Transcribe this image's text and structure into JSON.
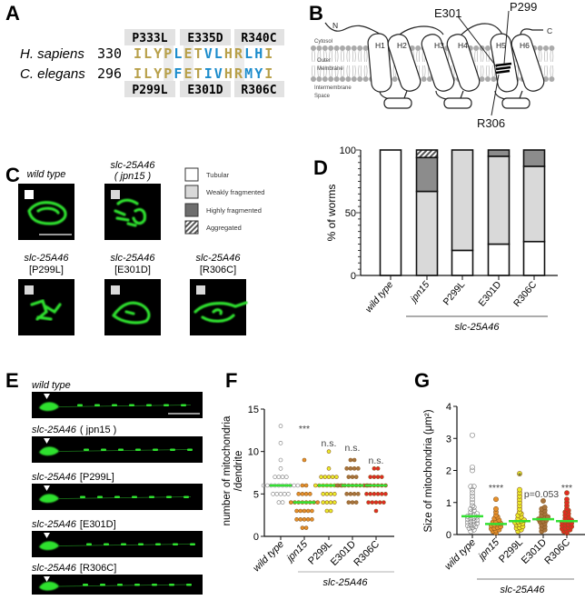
{
  "panel_labels": [
    "A",
    "B",
    "C",
    "D",
    "E",
    "F",
    "G"
  ],
  "panel_a": {
    "human_mutations": [
      "P333L",
      "E335D",
      "R340C"
    ],
    "worm_mutations": [
      "P299L",
      "E301D",
      "R306C"
    ],
    "rows": [
      {
        "species": "H. sapiens",
        "start": "330",
        "sequence": [
          "I",
          "L",
          "Y",
          "P",
          "L",
          "E",
          "T",
          "V",
          "L",
          "H",
          "R",
          "L",
          "H",
          "I"
        ],
        "colors": [
          "g",
          "g",
          "g",
          "g",
          "b",
          "g",
          "g",
          "b",
          "b",
          "g",
          "g",
          "b",
          "b",
          "g"
        ]
      },
      {
        "species": "C. elegans",
        "start": "296",
        "sequence": [
          "I",
          "L",
          "Y",
          "P",
          "F",
          "E",
          "T",
          "I",
          "V",
          "H",
          "R",
          "M",
          "Y",
          "I"
        ],
        "colors": [
          "g",
          "g",
          "g",
          "g",
          "b",
          "g",
          "g",
          "b",
          "b",
          "g",
          "g",
          "b",
          "b",
          "g"
        ]
      }
    ],
    "colors": {
      "conserved": "#b8a04a",
      "variable": "#1c8ccc",
      "highlight": "#e2e2e2"
    }
  },
  "panel_b": {
    "n_term": "N",
    "c_term": "C",
    "helices": [
      "H1",
      "H2",
      "H3",
      "H4",
      "H5",
      "H6"
    ],
    "regions": [
      "Cytosol",
      "Outer",
      "Membrane",
      "Intermembrane",
      "Space"
    ],
    "residues": [
      "E301",
      "P299",
      "R306"
    ]
  },
  "panel_c": {
    "images": [
      {
        "title": "wild type",
        "subtitle": "",
        "class": "Tubular"
      },
      {
        "title": "slc-25A46",
        "subtitle": "( jpn15 )",
        "class": "Weakly fragmented"
      },
      {
        "title": "slc-25A46",
        "subtitle": "[P299L]",
        "class": "Weakly fragmented"
      },
      {
        "title": "slc-25A46",
        "subtitle": "[E301D]",
        "class": "Weakly fragmented"
      },
      {
        "title": "slc-25A46",
        "subtitle": "[R306C]",
        "class": "Weakly fragmented"
      }
    ],
    "legend": [
      "Tubular",
      "Weakly fragmented",
      "Highly fragmented",
      "Aggregated"
    ]
  },
  "panel_e": {
    "rows": [
      {
        "title": "wild type",
        "suffix": ""
      },
      {
        "title": "slc-25A46",
        "suffix": "( jpn15 )"
      },
      {
        "title": "slc-25A46",
        "suffix": "[P299L]"
      },
      {
        "title": "slc-25A46",
        "suffix": "[E301D]"
      },
      {
        "title": "slc-25A46",
        "suffix": "[R306C]"
      }
    ]
  },
  "chart_data": [
    {
      "panel": "D",
      "type": "bar",
      "stacked": true,
      "categories": [
        "wild type",
        "jpn15",
        "P299L",
        "E301D",
        "R306C"
      ],
      "group_label": "slc-25A46",
      "ylabel": "% of worms",
      "ylim": [
        0,
        100
      ],
      "yticks": [
        "0",
        "50",
        "100"
      ],
      "series": [
        {
          "name": "Tubular",
          "color": "#ffffff",
          "values": [
            100,
            0,
            20,
            25,
            27
          ]
        },
        {
          "name": "Weakly fragmented",
          "color": "#d9d9d9",
          "values": [
            0,
            67,
            80,
            70,
            60
          ]
        },
        {
          "name": "Highly fragmented",
          "color": "#8c8c8c",
          "values": [
            0,
            27,
            0,
            5,
            13
          ]
        },
        {
          "name": "Aggregated",
          "color": "hatched",
          "values": [
            0,
            6,
            0,
            0,
            0
          ]
        }
      ],
      "legend": "right-of-panel-c"
    },
    {
      "panel": "F",
      "type": "scatter",
      "categories": [
        "wild type",
        "jpn15",
        "P299L",
        "E301D",
        "R306C"
      ],
      "group_label": "slc-25A46",
      "ylabel": [
        "number of mitochondria",
        "/dendrite"
      ],
      "ylim": [
        0,
        15
      ],
      "yticks": [
        "0",
        "5",
        "10",
        "15"
      ],
      "colors": [
        "#ffffff",
        "#e8902a",
        "#ecec2a",
        "#a8743e",
        "#e42a22"
      ],
      "median_color": "#33e033",
      "medians": [
        6,
        4,
        6,
        6,
        6
      ],
      "annotations": [
        "",
        "***",
        "n.s.",
        "n.s.",
        "n.s."
      ],
      "values": [
        [
          4,
          4,
          5,
          5,
          5,
          5,
          5,
          6,
          6,
          6,
          6,
          6,
          6,
          6,
          6,
          6,
          6,
          7,
          7,
          7,
          7,
          8,
          9,
          11,
          13
        ],
        [
          1,
          1,
          2,
          2,
          2,
          2,
          2,
          3,
          3,
          3,
          3,
          3,
          4,
          4,
          4,
          4,
          4,
          4,
          4,
          4,
          5,
          5,
          5,
          5,
          6,
          6,
          9
        ],
        [
          3,
          3,
          4,
          4,
          4,
          4,
          5,
          5,
          5,
          5,
          6,
          6,
          6,
          6,
          6,
          6,
          6,
          6,
          7,
          7,
          7,
          7,
          7,
          8,
          10
        ],
        [
          4,
          4,
          4,
          5,
          5,
          5,
          5,
          6,
          6,
          6,
          6,
          6,
          6,
          6,
          6,
          6,
          7,
          7,
          7,
          8,
          8,
          8,
          8,
          9,
          9
        ],
        [
          3,
          4,
          4,
          4,
          4,
          4,
          5,
          5,
          5,
          5,
          5,
          5,
          6,
          6,
          6,
          6,
          6,
          6,
          7,
          7,
          7,
          7,
          8,
          8
        ]
      ]
    },
    {
      "panel": "G",
      "type": "scatter",
      "categories": [
        "wild type",
        "jpn15",
        "P299L",
        "E301D",
        "R306C"
      ],
      "group_label": "slc-25A46",
      "ylabel": "Size of mitochondria (μm²)",
      "ylim": [
        0,
        4
      ],
      "yticks": [
        "0",
        "1",
        "2",
        "3",
        "4"
      ],
      "colors": [
        "#ffffff",
        "#e8902a",
        "#ecec2a",
        "#a8743e",
        "#e42a22"
      ],
      "median_color": "#33e033",
      "medians": [
        0.57,
        0.33,
        0.42,
        0.48,
        0.42
      ],
      "annotations": [
        "",
        "****",
        "*",
        "p=0.053",
        "***"
      ],
      "values": [
        [
          0.1,
          0.15,
          0.2,
          0.22,
          0.25,
          0.28,
          0.3,
          0.32,
          0.35,
          0.38,
          0.4,
          0.42,
          0.45,
          0.48,
          0.5,
          0.52,
          0.55,
          0.57,
          0.6,
          0.62,
          0.65,
          0.7,
          0.75,
          0.8,
          0.85,
          0.9,
          1.0,
          1.1,
          1.2,
          1.3,
          1.4,
          1.5,
          1.5,
          2.0,
          2.1,
          3.1
        ],
        [
          0.05,
          0.1,
          0.12,
          0.15,
          0.18,
          0.2,
          0.22,
          0.25,
          0.28,
          0.3,
          0.33,
          0.35,
          0.38,
          0.4,
          0.45,
          0.5,
          0.55,
          0.6,
          0.7,
          0.8,
          1.1
        ],
        [
          0.1,
          0.15,
          0.2,
          0.22,
          0.25,
          0.3,
          0.32,
          0.35,
          0.38,
          0.4,
          0.42,
          0.45,
          0.5,
          0.55,
          0.6,
          0.65,
          0.7,
          0.8,
          0.9,
          1.0,
          1.1,
          1.2,
          1.3,
          1.4,
          1.9
        ],
        [
          0.1,
          0.15,
          0.2,
          0.25,
          0.3,
          0.35,
          0.4,
          0.42,
          0.45,
          0.48,
          0.5,
          0.52,
          0.55,
          0.6,
          0.65,
          0.7,
          0.75,
          0.8,
          0.85,
          1.05
        ],
        [
          0.05,
          0.1,
          0.12,
          0.15,
          0.18,
          0.2,
          0.22,
          0.25,
          0.28,
          0.3,
          0.32,
          0.35,
          0.38,
          0.4,
          0.42,
          0.45,
          0.5,
          0.55,
          0.6,
          0.65,
          0.7,
          0.75,
          0.8,
          0.9,
          1.0,
          1.1,
          1.3
        ]
      ]
    }
  ]
}
